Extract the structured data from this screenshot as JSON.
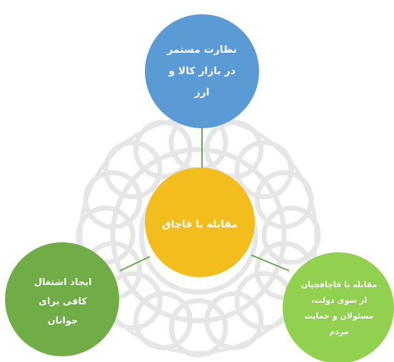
{
  "diagram": {
    "center": {
      "label": "مقابله با قاچاق",
      "color": "#f2bd1d"
    },
    "top": {
      "label": "نظارت مستمر\nدر بازار کالا و\nارز",
      "color": "#5b9bd5"
    },
    "left": {
      "label": "ایجاد اشتغال\nکافی برای\nجوانان",
      "color": "#70ad47"
    },
    "right": {
      "label": "مقابله با قاچاقچیان\nاز سوی دولت،\nمسئولان و حمایت\nمردم",
      "color": "#92d050"
    },
    "connector_color": "#6aa84f",
    "watermark": "rosette-pattern"
  }
}
